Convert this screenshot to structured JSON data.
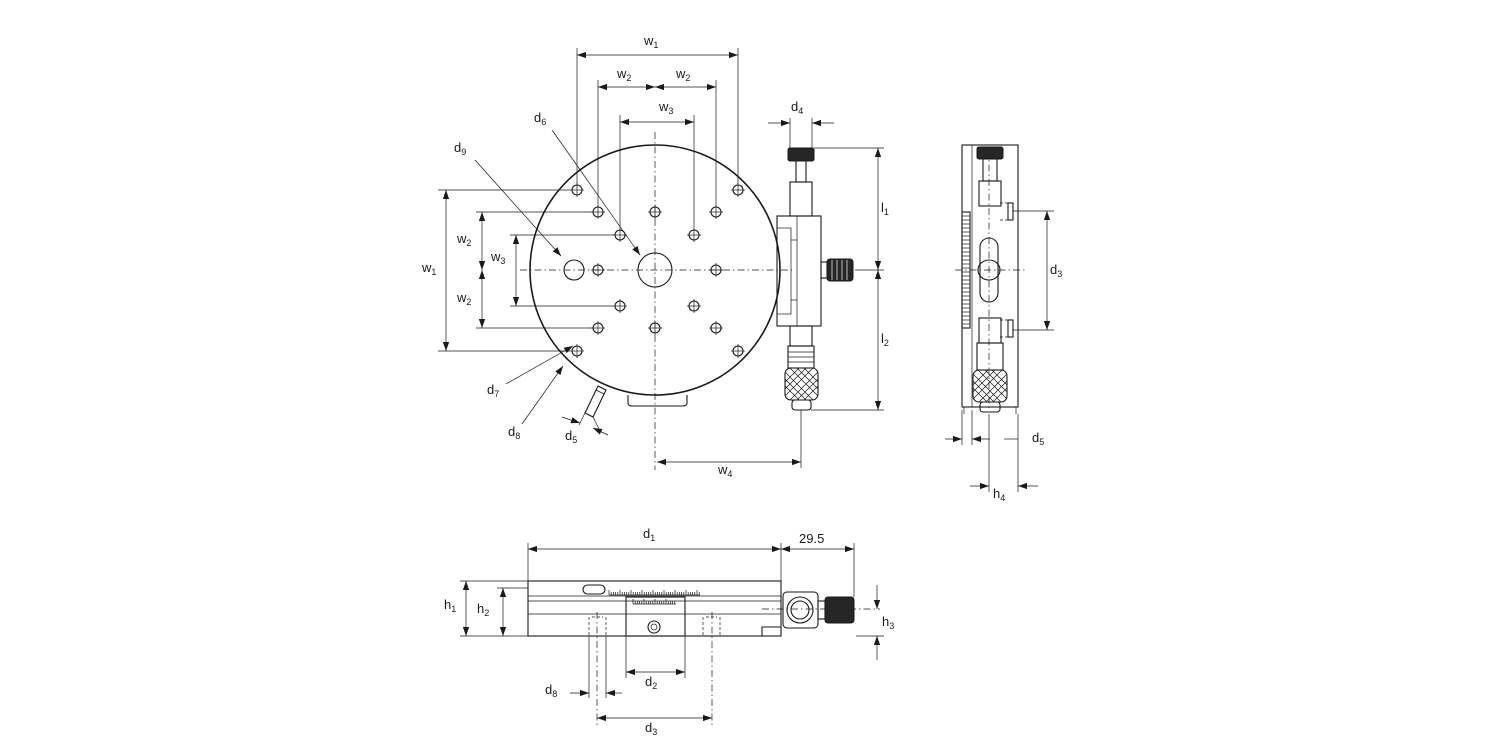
{
  "labels": {
    "w1": {
      "base": "w",
      "sub": "1"
    },
    "w2": {
      "base": "w",
      "sub": "2"
    },
    "w3": {
      "base": "w",
      "sub": "3"
    },
    "w4": {
      "base": "w",
      "sub": "4"
    },
    "d1": {
      "base": "d",
      "sub": "1"
    },
    "d2": {
      "base": "d",
      "sub": "2"
    },
    "d3": {
      "base": "d",
      "sub": "3"
    },
    "d4": {
      "base": "d",
      "sub": "4"
    },
    "d5": {
      "base": "d",
      "sub": "5"
    },
    "d6": {
      "base": "d",
      "sub": "6"
    },
    "d7": {
      "base": "d",
      "sub": "7"
    },
    "d8": {
      "base": "d",
      "sub": "8"
    },
    "d9": {
      "base": "d",
      "sub": "9"
    },
    "l1": {
      "base": "l",
      "sub": "1"
    },
    "l2": {
      "base": "l",
      "sub": "2"
    },
    "h1": {
      "base": "h",
      "sub": "1"
    },
    "h2": {
      "base": "h",
      "sub": "2"
    },
    "h3": {
      "base": "h",
      "sub": "3"
    },
    "h4": {
      "base": "h",
      "sub": "4"
    }
  },
  "dimension_value_29_5": "29.5"
}
